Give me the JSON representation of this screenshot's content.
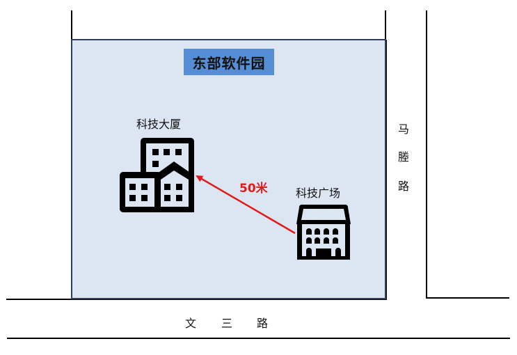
{
  "campus": {
    "name": "东部软件园",
    "fill_color": "#dce6f2",
    "title_bg": "#558ed5"
  },
  "buildings": [
    {
      "name": "科技大厦",
      "icon": "office-buildings-icon"
    },
    {
      "name": "科技广场",
      "icon": "plaza-building-icon"
    }
  ],
  "distance": {
    "label": "50米",
    "color": "#e31a1a"
  },
  "roads": {
    "east": {
      "chars": [
        "马",
        "塍",
        "路"
      ]
    },
    "south": {
      "chars": [
        "文",
        "三",
        "路"
      ]
    }
  }
}
